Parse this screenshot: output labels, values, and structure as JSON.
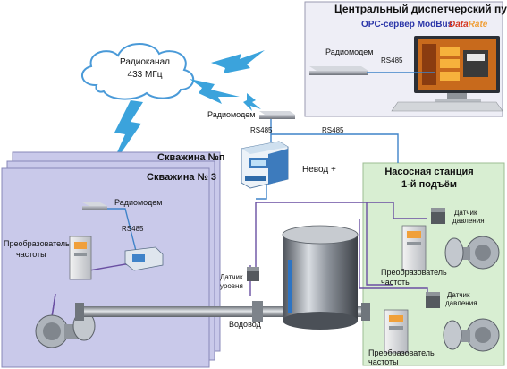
{
  "dispatch": {
    "title": "Центральный диспетчерский пункт",
    "opc_label": "OPC-сервер ModBus",
    "brand_prefix": "Data",
    "brand_suffix": "Rate",
    "modem_label": "Радиомодем",
    "rs485_label": "RS485"
  },
  "radio": {
    "line1": "Радиоканал",
    "line2": "433 МГц"
  },
  "relay": {
    "modem_label": "Радиомодем",
    "rs485_left": "RS485",
    "rs485_right": "RS485",
    "controller_label": "Невод +"
  },
  "wells": {
    "back_title": "Скважина №п",
    "dots": "...",
    "front_title": "Скважина № 3",
    "modem_label": "Радиомодем",
    "rs485_label": "RS485",
    "converter_label_line1": "Преобразователь",
    "converter_label_line2": "частоты"
  },
  "tank": {
    "sensor_line1": "Датчик",
    "sensor_line2": "уровня",
    "pipe_label": "Водовод"
  },
  "pump_station": {
    "title_line1": "Насосная станция",
    "title_line2": "1-й подъём",
    "sensor1_line1": "Датчик",
    "sensor1_line2": "давления",
    "converter1_line1": "Преобразователь",
    "converter1_line2": "частоты",
    "sensor2_line1": "Датчик",
    "sensor2_line2": "давления",
    "converter2_line1": "Преобразователь",
    "converter2_line2": "частоты"
  },
  "colors": {
    "dispatch_bg": "#eeeef6",
    "well_panel": "#c9c9ea",
    "pump_panel": "#d8eed2",
    "cable_blue": "#3f83c9",
    "cable_purple": "#6a4fa2",
    "lightning": "#3ba3dc"
  }
}
